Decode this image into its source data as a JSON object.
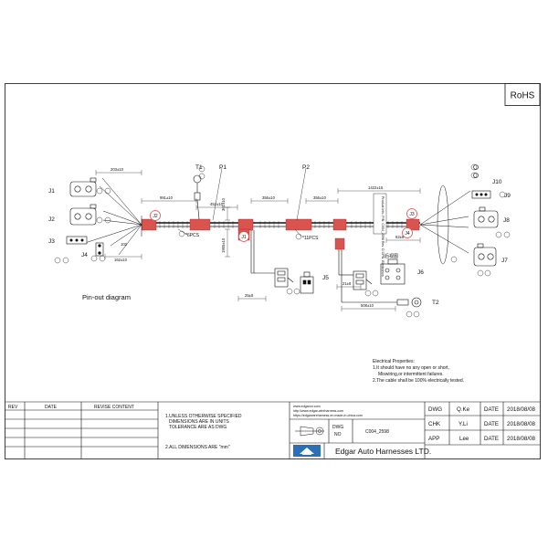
{
  "rohs": "RoHS",
  "pinout_title": "Pin-out diagram",
  "connectors": {
    "j1": "J1",
    "j2": "J2",
    "j3": "J3",
    "j4": "J4",
    "j5": "J5",
    "j6": "J6",
    "j7": "J7",
    "j8": "J8",
    "j9": "J9",
    "j10": "J10",
    "p1": "P1",
    "p2": "P2",
    "t1": "T1",
    "t2": "T2"
  },
  "balloons": {
    "j2": "J2",
    "j1": "J1",
    "j3": "J3",
    "j4": "J4"
  },
  "dimensions": {
    "d1": "203±10",
    "d2": "991±10",
    "d3": "452±10",
    "d4": "356±10",
    "d5": "356±10",
    "d6": "1422±15",
    "d7": "162±10",
    "d8": "102",
    "d9": "361±10",
    "d10": "1955±10",
    "d11": "25±8",
    "d12": "21±8",
    "d13": "508±10",
    "d14": "62±8"
  },
  "notes": {
    "pcs6": "*6PCS",
    "pcs11": "*11PCS",
    "rotated_label": "Product Info. P/N: C004_2598 Rev. D CPN: Electronics",
    "chinese": "后视图"
  },
  "electrical": {
    "title": "Electrical Properties:",
    "l1": "1.It should have no any open or short,",
    "l2": "Miswiring,or intermittent failures.",
    "l3": "2.The cable shall be 100% electrically tested."
  },
  "title_block": {
    "rev": "REV",
    "date": "DATE",
    "revise": "REVISE CONTENT",
    "note1a": "1.UNLESS OTHERWISE SPECIFIED",
    "note1b": "DIMENSIONS ARE IN UNITS",
    "note1c": "TOLERANCE ARE AS DWG",
    "note2": "2.ALL DIMENSIONS ARE \"mm\"",
    "web1": "www.edgaron.com",
    "web2": "http://www.edgar-wireharness.com",
    "web3": "https://edgarwireharness.en.made-in-china.com",
    "dwg_no_label1": "DWG",
    "dwg_no_label2": "NO",
    "dwg_no": "C004_2598",
    "company": "Edgar Auto Harnesses LTD.",
    "rows": [
      {
        "role": "DWG",
        "name": "Q.Ke",
        "date_label": "DATE",
        "date": "2018/08/08"
      },
      {
        "role": "CHK",
        "name": "Y.Li",
        "date_label": "DATE",
        "date": "2018/08/08"
      },
      {
        "role": "APP",
        "name": "Lee",
        "date_label": "DATE",
        "date": "2018/08/08"
      }
    ]
  },
  "colors": {
    "sleeve": "#d9534f",
    "line": "#111111"
  }
}
